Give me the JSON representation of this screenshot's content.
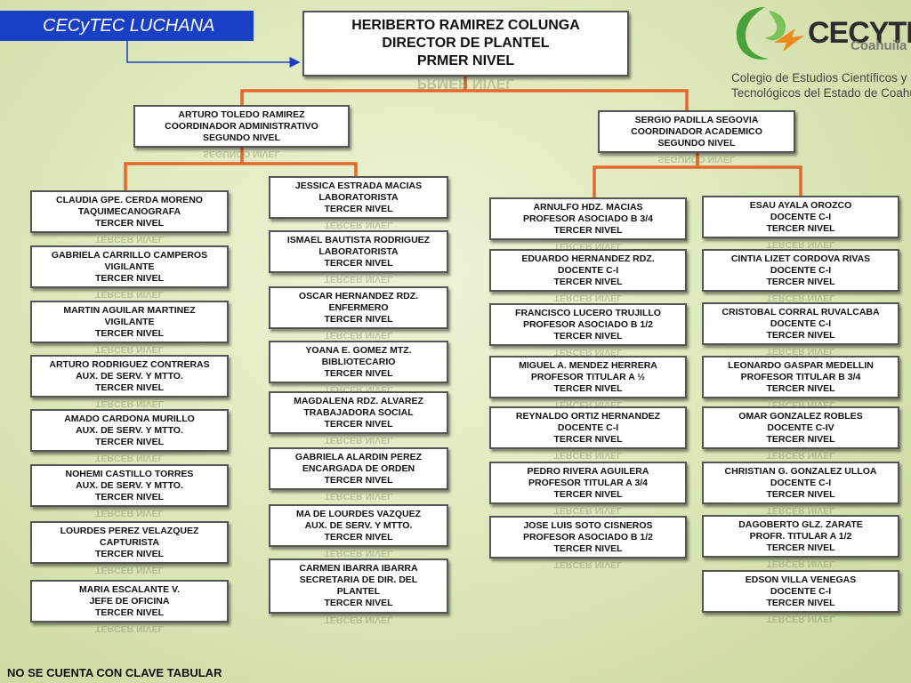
{
  "header_label": "CECyTEC LUCHANA",
  "logo": {
    "name": "CECYTE",
    "state": "Coahuila",
    "line1": "Colegio de Estudios Científicos y",
    "line2": "Tecnológicos del Estado de Coahuila"
  },
  "colors": {
    "banner": "#1a3fc7",
    "connector": "#e8662a",
    "arrow": "#1a3fc7",
    "logo_green": "#4aa23a",
    "logo_orange": "#f08a1e"
  },
  "director": {
    "lines": [
      "HERIBERTO RAMIREZ COLUNGA",
      "DIRECTOR DE PLANTEL",
      "PRMER NIVEL"
    ]
  },
  "coordinators": {
    "admin": {
      "lines": [
        "ARTURO TOLEDO RAMIREZ",
        "COORDINADOR ADMINISTRATIVO",
        "SEGUNDO NIVEL"
      ]
    },
    "academic": {
      "lines": [
        "SERGIO PADILLA SEGOVIA",
        "COORDINADOR ACADEMICO",
        "SEGUNDO NIVEL"
      ]
    }
  },
  "admin_col1": [
    {
      "lines": [
        "CLAUDIA GPE. CERDA MORENO",
        "TAQUIMECANOGRAFA",
        "TERCER NIVEL"
      ]
    },
    {
      "lines": [
        "GABRIELA CARRILLO CAMPEROS",
        "VIGILANTE",
        "TERCER NIVEL"
      ]
    },
    {
      "lines": [
        "MARTIN AGUILAR MARTINEZ",
        "VIGILANTE",
        "TERCER NIVEL"
      ]
    },
    {
      "lines": [
        "ARTURO RODRIGUEZ CONTRERAS",
        "AUX. DE SERV. Y MTTO.",
        "TERCER NIVEL"
      ]
    },
    {
      "lines": [
        "AMADO CARDONA MURILLO",
        "AUX. DE SERV. Y MTTO.",
        "TERCER NIVEL"
      ]
    },
    {
      "lines": [
        "NOHEMI CASTILLO TORRES",
        "AUX. DE SERV. Y MTTO.",
        "TERCER NIVEL"
      ]
    },
    {
      "lines": [
        "LOURDES PEREZ VELAZQUEZ",
        "CAPTURISTA",
        "TERCER NIVEL"
      ]
    },
    {
      "lines": [
        "MARIA ESCALANTE V.",
        "JEFE DE OFICINA",
        "TERCER NIVEL"
      ]
    }
  ],
  "admin_col2": [
    {
      "lines": [
        "JESSICA ESTRADA MACIAS",
        "LABORATORISTA",
        "TERCER NIVEL"
      ]
    },
    {
      "lines": [
        "ISMAEL BAUTISTA RODRIGUEZ",
        "LABORATORISTA",
        "TERCER NIVEL"
      ]
    },
    {
      "lines": [
        "OSCAR HERNANDEZ RDZ.",
        "ENFERMERO",
        "TERCER NIVEL"
      ]
    },
    {
      "lines": [
        "YOANA E. GOMEZ MTZ.",
        "BIBLIOTECARIO",
        "TERCER NIVEL"
      ]
    },
    {
      "lines": [
        "MAGDALENA RDZ. ALVAREZ",
        "TRABAJADORA SOCIAL",
        "TERCER NIVEL"
      ]
    },
    {
      "lines": [
        "GABRIELA ALARDIN PEREZ",
        "ENCARGADA DE ORDEN",
        "TERCER NIVEL"
      ]
    },
    {
      "lines": [
        "MA DE LOURDES VAZQUEZ",
        "AUX. DE SERV. Y MTTO.",
        "TERCER NIVEL"
      ]
    },
    {
      "lines": [
        "CARMEN IBARRA IBARRA",
        "SECRETARIA DE DIR. DEL",
        "PLANTEL",
        "TERCER NIVEL"
      ]
    }
  ],
  "acad_col1": [
    {
      "lines": [
        "ARNULFO HDZ.  MACIAS",
        "PROFESOR ASOCIADO B 3/4",
        "TERCER NIVEL"
      ]
    },
    {
      "lines": [
        "EDUARDO HERNANDEZ RDZ.",
        "DOCENTE C-I",
        "TERCER NIVEL"
      ]
    },
    {
      "lines": [
        "FRANCISCO LUCERO TRUJILLO",
        "PROFESOR ASOCIADO B 1/2",
        "TERCER NIVEL"
      ]
    },
    {
      "lines": [
        "MIGUEL A. MENDEZ HERRERA",
        "PROFESOR TITULAR A ½",
        "TERCER NIVEL"
      ]
    },
    {
      "lines": [
        "REYNALDO ORTIZ HERNANDEZ",
        "DOCENTE C-I",
        "TERCER NIVEL"
      ]
    },
    {
      "lines": [
        "PEDRO RIVERA AGUILERA",
        "PROFESOR TITULAR A 3/4",
        "TERCER NIVEL"
      ]
    },
    {
      "lines": [
        "JOSE LUIS SOTO CISNEROS",
        "PROFESOR ASOCIADO B 1/2",
        "TERCER NIVEL"
      ]
    }
  ],
  "acad_col2": [
    {
      "lines": [
        "ESAU AYALA OROZCO",
        "DOCENTE C-I",
        "TERCER NIVEL"
      ]
    },
    {
      "lines": [
        "CINTIA LIZET CORDOVA RIVAS",
        "DOCENTE C-I",
        "TERCER NIVEL"
      ]
    },
    {
      "lines": [
        "CRISTOBAL CORRAL RUVALCABA",
        "DOCENTE C-I",
        "TERCER NIVEL"
      ]
    },
    {
      "lines": [
        "LEONARDO GASPAR MEDELLIN",
        "PROFESOR TITULAR B 3/4",
        "TERCER NIVEL"
      ]
    },
    {
      "lines": [
        "OMAR GONZALEZ ROBLES",
        "DOCENTE C-IV",
        "TERCER NIVEL"
      ]
    },
    {
      "lines": [
        "CHRISTIAN G. GONZALEZ ULLOA",
        "DOCENTE C-I",
        "TERCER NIVEL"
      ]
    },
    {
      "lines": [
        "DAGOBERTO GLZ. ZARATE",
        "PROFR.  TITULAR A 1/2",
        "TERCER NIVEL"
      ]
    },
    {
      "lines": [
        "EDSON VILLA VENEGAS",
        "DOCENTE C-I",
        "TERCER NIVEL"
      ]
    }
  ],
  "footer_note": "NO SE CUENTA CON CLAVE TABULAR"
}
